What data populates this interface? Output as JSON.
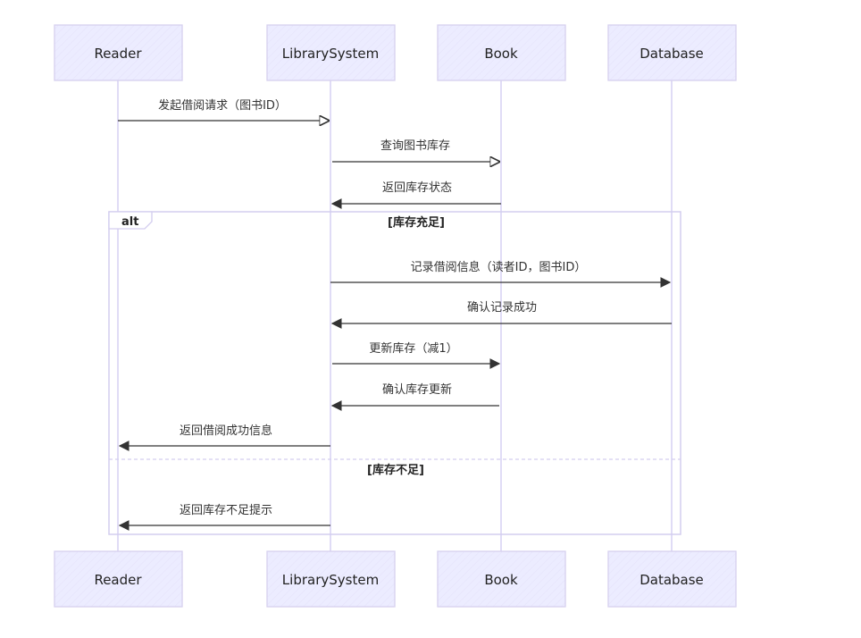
{
  "actors": [
    {
      "id": "reader",
      "label": "Reader"
    },
    {
      "id": "system",
      "label": "LibrarySystem"
    },
    {
      "id": "book",
      "label": "Book"
    },
    {
      "id": "database",
      "label": "Database"
    }
  ],
  "messages": [
    {
      "from": "reader",
      "to": "system",
      "label": "发起借阅请求（图书ID）",
      "arrow": "open"
    },
    {
      "from": "system",
      "to": "book",
      "label": "查询图书库存",
      "arrow": "open"
    },
    {
      "from": "book",
      "to": "system",
      "label": "返回库存状态",
      "arrow": "filled"
    },
    {
      "from": "system",
      "to": "database",
      "label": "记录借阅信息（读者ID，图书ID）",
      "arrow": "filled"
    },
    {
      "from": "database",
      "to": "system",
      "label": "确认记录成功",
      "arrow": "filled"
    },
    {
      "from": "system",
      "to": "book",
      "label": "更新库存（减1）",
      "arrow": "filled"
    },
    {
      "from": "book",
      "to": "system",
      "label": "确认库存更新",
      "arrow": "filled"
    },
    {
      "from": "system",
      "to": "reader",
      "label": "返回借阅成功信息",
      "arrow": "filled"
    },
    {
      "from": "system",
      "to": "reader",
      "label": "返回库存不足提示",
      "arrow": "filled"
    }
  ],
  "alt": {
    "tag": "alt",
    "conditions": [
      "[库存充足]",
      "[库存不足]"
    ]
  },
  "colors": {
    "actor_fill": "#ececff",
    "actor_border": "#d6d0ef",
    "lifeline": "#d9d3f3",
    "arrow": "#333333",
    "frame": "#d3cdef"
  }
}
